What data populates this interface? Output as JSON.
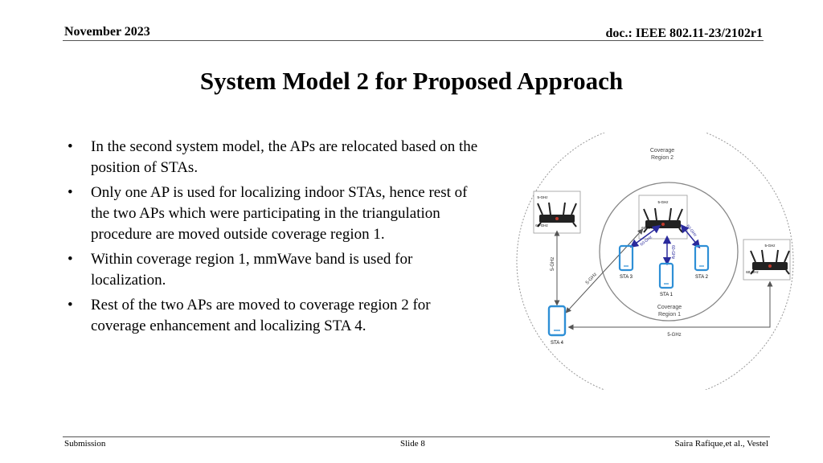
{
  "header": {
    "date": "November 2023",
    "doc": "doc.: IEEE 802.11-23/2102r1"
  },
  "title": "System Model 2 for Proposed Approach",
  "bullets": [
    "In the second system model, the APs are relocated based on the position of STAs.",
    "Only one AP is used for localizing indoor STAs, hence rest of the two APs which were participating in the triangulation procedure are moved outside coverage region 1.",
    "Within coverage region 1, mmWave band is used for localization.",
    "Rest of the two APs are moved to coverage region 2 for coverage enhancement and localizing STA 4."
  ],
  "bullet_symbol": "•",
  "diagram": {
    "region2_line1": "Coverage",
    "region2_line2": "Region 2",
    "region1_line1": "Coverage",
    "region1_line2": "Region 1",
    "ap_center_5ghz": "5-GHz",
    "ap_center_60ghz": "60-GHz",
    "ap_left_5ghz": "5-GHz",
    "ap_left_60ghz": "60-GHz",
    "ap_right_5ghz": "5-GHz",
    "ap_right_60ghz": "60-GHz",
    "link_ap_sta3": "60-GHz",
    "link_ap_sta2": "60-GHz",
    "link_ap_sta1": "60-GHz",
    "link_ap_center_sta4": "5-GHz",
    "link_ap_left_sta4": "5-GHz",
    "link_ap_right_sta4": "5-GHz",
    "sta1": "STA 1",
    "sta2": "STA 2",
    "sta3": "STA 3",
    "sta4": "STA 4",
    "colors": {
      "phone": "#2e8fd6",
      "router": "#222222",
      "router_accent": "#c0392b",
      "arrow_blue": "#2a2a9c",
      "circle": "#999999",
      "arrow_gray": "#555555"
    }
  },
  "footer": {
    "left": "Submission",
    "center": "Slide 8",
    "right": "Saira Rafique,et al., Vestel"
  }
}
